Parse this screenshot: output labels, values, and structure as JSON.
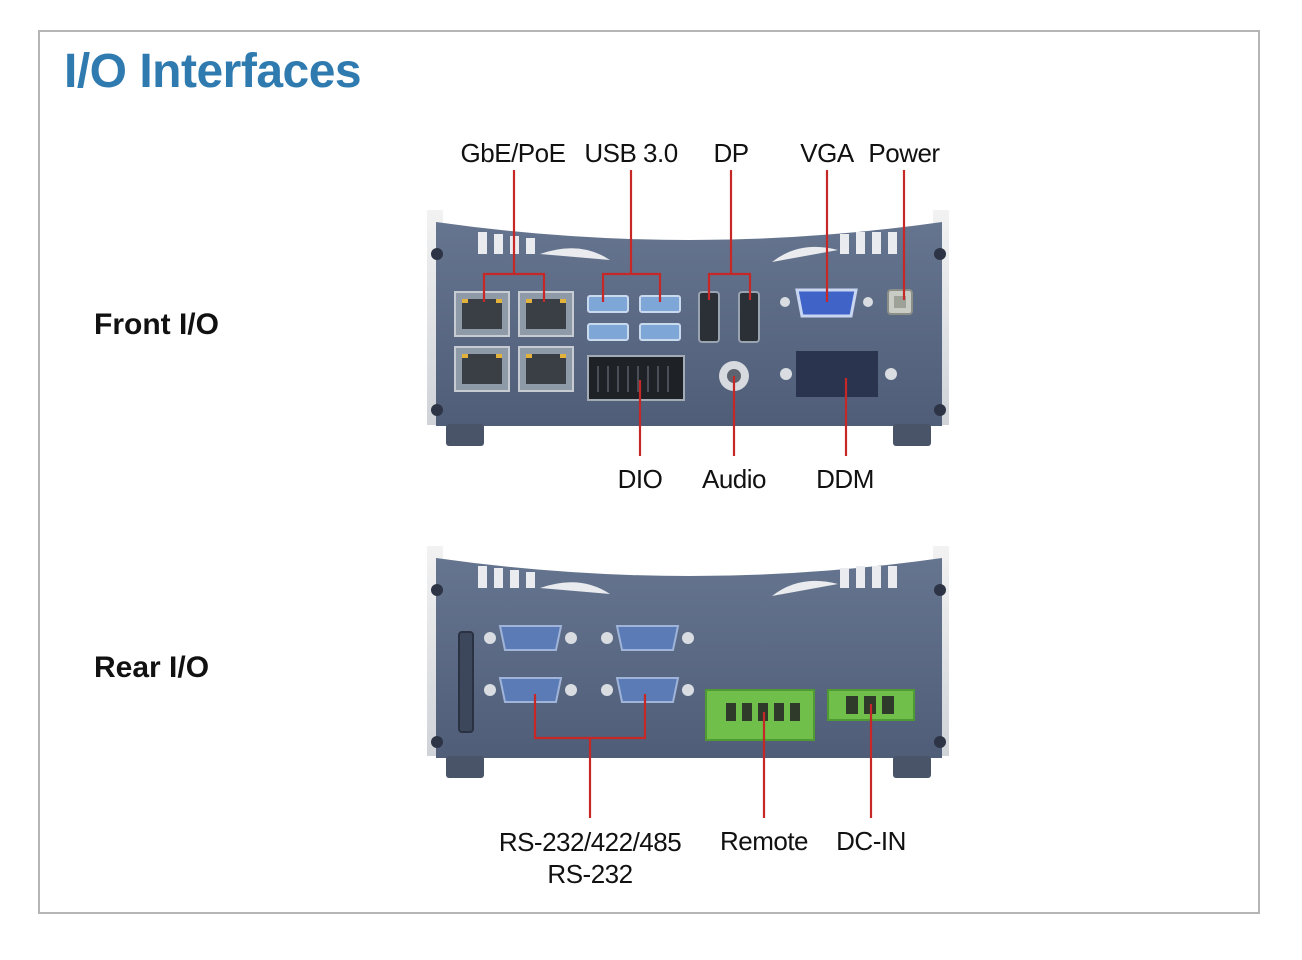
{
  "title": "I/O Interfaces",
  "sections": {
    "front": "Front I/O",
    "rear": "Rear I/O"
  },
  "front_callouts_top": {
    "gbe": "GbE/PoE",
    "usb": "USB 3.0",
    "dp": "DP",
    "vga": "VGA",
    "power": "Power"
  },
  "front_callouts_bottom": {
    "dio": "DIO",
    "audio": "Audio",
    "ddm": "DDM"
  },
  "rear_callouts": {
    "serial_line1": "RS-232/422/485",
    "serial_line2": "RS-232",
    "remote": "Remote",
    "dcin": "DC-IN"
  },
  "colors": {
    "title": "#2f7bb0",
    "leader": "#c62828",
    "chassis": "#5c6b86",
    "terminal": "#6fbf4a"
  }
}
